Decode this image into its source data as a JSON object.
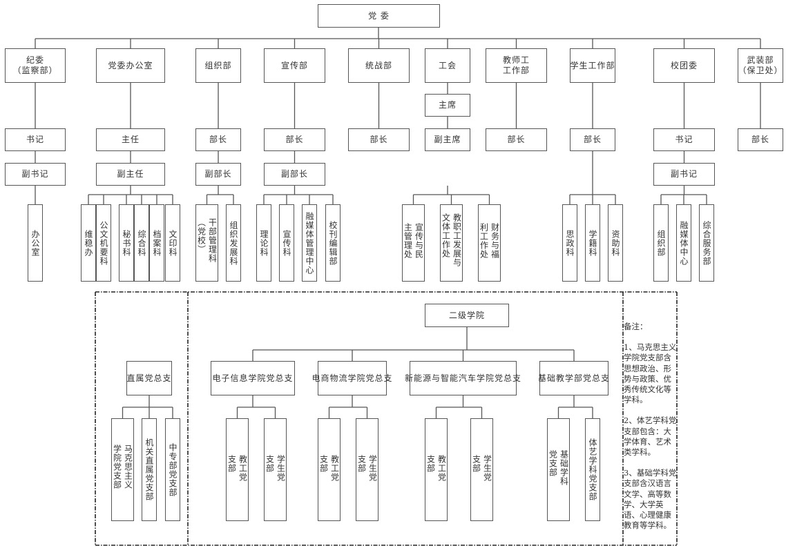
{
  "root": {
    "label": "党 委"
  },
  "departments": [
    {
      "label": "纪委\n（监察部）",
      "roles": [
        "书记",
        "副书记"
      ],
      "units": [
        "办公室"
      ]
    },
    {
      "label": "党委办公室",
      "roles": [
        "主任",
        "副主任"
      ],
      "units": [
        "维稳办",
        "公文机要科",
        "秘书科",
        "综合科",
        "档案科",
        "文印科"
      ]
    },
    {
      "label": "组织部",
      "roles": [
        "部长",
        "副部长"
      ],
      "units": [
        "干部管理科（党校）",
        "组织发展科"
      ]
    },
    {
      "label": "宣传部",
      "roles": [
        "部长",
        "副部长"
      ],
      "units": [
        "理论科",
        "宣传科",
        "融媒体管理中心",
        "校刊编辑部"
      ]
    },
    {
      "label": "统战部",
      "roles": [
        "部长"
      ],
      "units": []
    },
    {
      "label": "工会",
      "roles": [
        "主席",
        "副主席"
      ],
      "units": [
        "宣传与民主管理处",
        "教职工发展与文体工作处",
        "财务与福利工作处"
      ]
    },
    {
      "label": "教师工\n工作部",
      "roles": [
        "部长"
      ],
      "units": []
    },
    {
      "label": "学生工作部",
      "roles": [
        "部长"
      ],
      "units": [
        "思政科",
        "学籍科",
        "资助科"
      ]
    },
    {
      "label": "校团委",
      "roles": [
        "书记",
        "副书记"
      ],
      "units": [
        "组织部",
        "融媒体中心",
        "综合服务部"
      ]
    },
    {
      "label": "武装部\n（保卫处）",
      "roles": [
        "部长"
      ],
      "units": []
    }
  ],
  "lower": {
    "direct": {
      "label": "直属党总支",
      "branches": [
        "马克思主义学院党支部",
        "机关直属党支部",
        "中专部党支部"
      ]
    },
    "secondary": {
      "label": "二级学院",
      "colleges": [
        {
          "label": "电子信息学院党总支",
          "branches": [
            "教工党支部",
            "学生党支部"
          ]
        },
        {
          "label": "电商物流学院党总支",
          "branches": [
            "教工党支部",
            "学生党支部"
          ]
        },
        {
          "label": "新能源与智能汽车学院党总支",
          "branches": [
            "教工党支部",
            "学生党支部"
          ]
        },
        {
          "label": "基础教学部党总支",
          "branches": [
            "基础学科党支部",
            "体艺学科党支部"
          ]
        }
      ]
    },
    "notes": {
      "title": "备注：",
      "items": [
        "1、马克思主义学院党支部含思想政治、形势与政策、优秀传统文化等学科。",
        "2、体艺学科党支部包含：大学体育、艺术类学科。",
        "3、基础学科党支部含汉语言文学、高等数学、大学英语、心理健康教育等学科。"
      ]
    }
  }
}
